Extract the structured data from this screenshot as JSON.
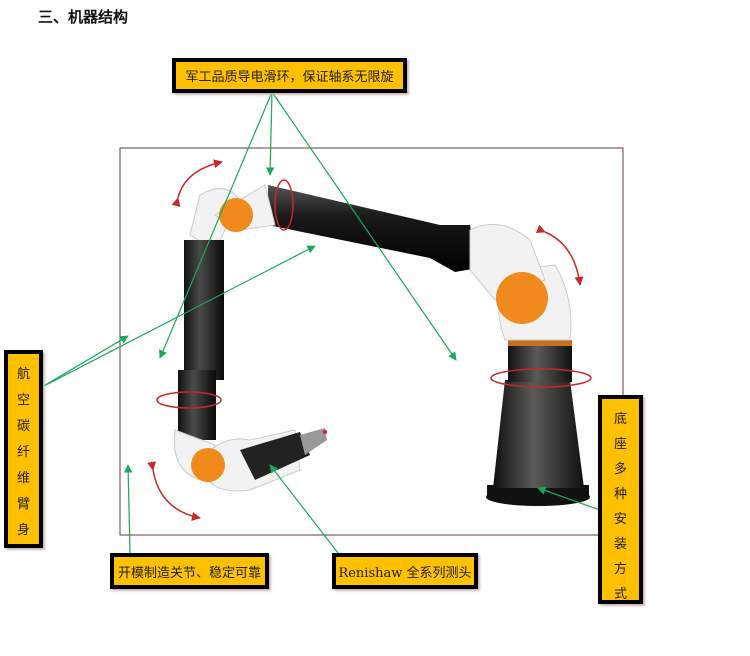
{
  "title": "三、机器结构",
  "labels": {
    "slip_ring": "军工品质导电滑环，保证轴系无限旋",
    "carbon_arm": "航空碳纤维臂身",
    "joints": "开模制造关节、稳定可靠",
    "probe": "Renishaw 全系列测头",
    "base": "底座多种安装方式"
  },
  "colors": {
    "callout": "#ffc000",
    "joint": "#f08a1c",
    "arrow": "#1aa85a",
    "rotation": "#c8282a"
  }
}
